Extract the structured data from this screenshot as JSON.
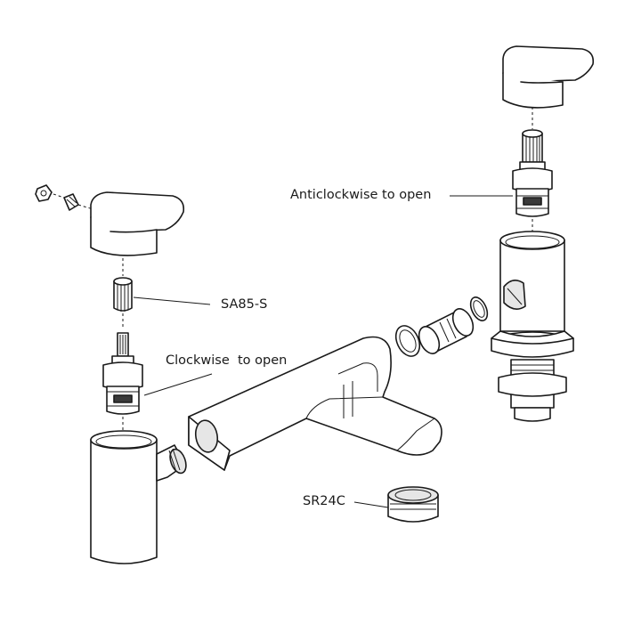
{
  "colors": {
    "line": "#1a1a1a",
    "fill": "#ffffff",
    "shade": "#e6e6e6"
  },
  "labels": {
    "anticlockwise": "Anticlockwise to open",
    "sa85s": "SA85-S",
    "clockwise": "Clockwise  to open",
    "sr24c": "SR24C"
  }
}
